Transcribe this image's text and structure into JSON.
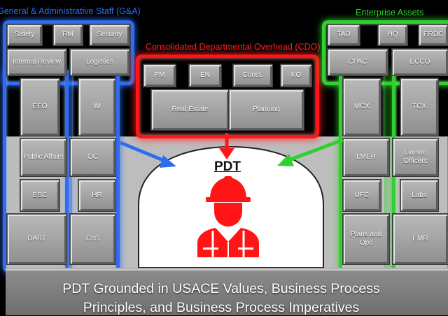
{
  "ga": {
    "title": "General & Administrative Staff (G&A)",
    "color": "#2f6cf0",
    "blocks": [
      "Safety",
      "RM",
      "Security",
      "Internal Review",
      "Logistics",
      "EEO",
      "IM",
      "Public Affairs",
      "OC",
      "ESC",
      "HR",
      "DART",
      "CoS"
    ]
  },
  "cdo": {
    "title": "Consolidated Departmental Overhead (CDO)",
    "color": "#ff1515",
    "blocks": [
      "PM",
      "EN",
      "Const.",
      "KO",
      "Real Estate",
      "Planning"
    ]
  },
  "enterprise": {
    "title": "Enterprise Assets",
    "color": "#2fd02f",
    "blocks": [
      "TAD",
      "HQ",
      "ERDC",
      "CPAC",
      "ECCO",
      "MCX",
      "TCX",
      "LMER",
      "Liaison Officers",
      "UFC",
      "Labs",
      "Plans and Ops",
      "EMR"
    ]
  },
  "center": {
    "label": "PDT",
    "icon": "worker-hardhat-icon"
  },
  "footer": {
    "line1": "PDT Grounded in USACE Values, Business Process",
    "line2": "Principles, and Business Process Imperatives"
  }
}
